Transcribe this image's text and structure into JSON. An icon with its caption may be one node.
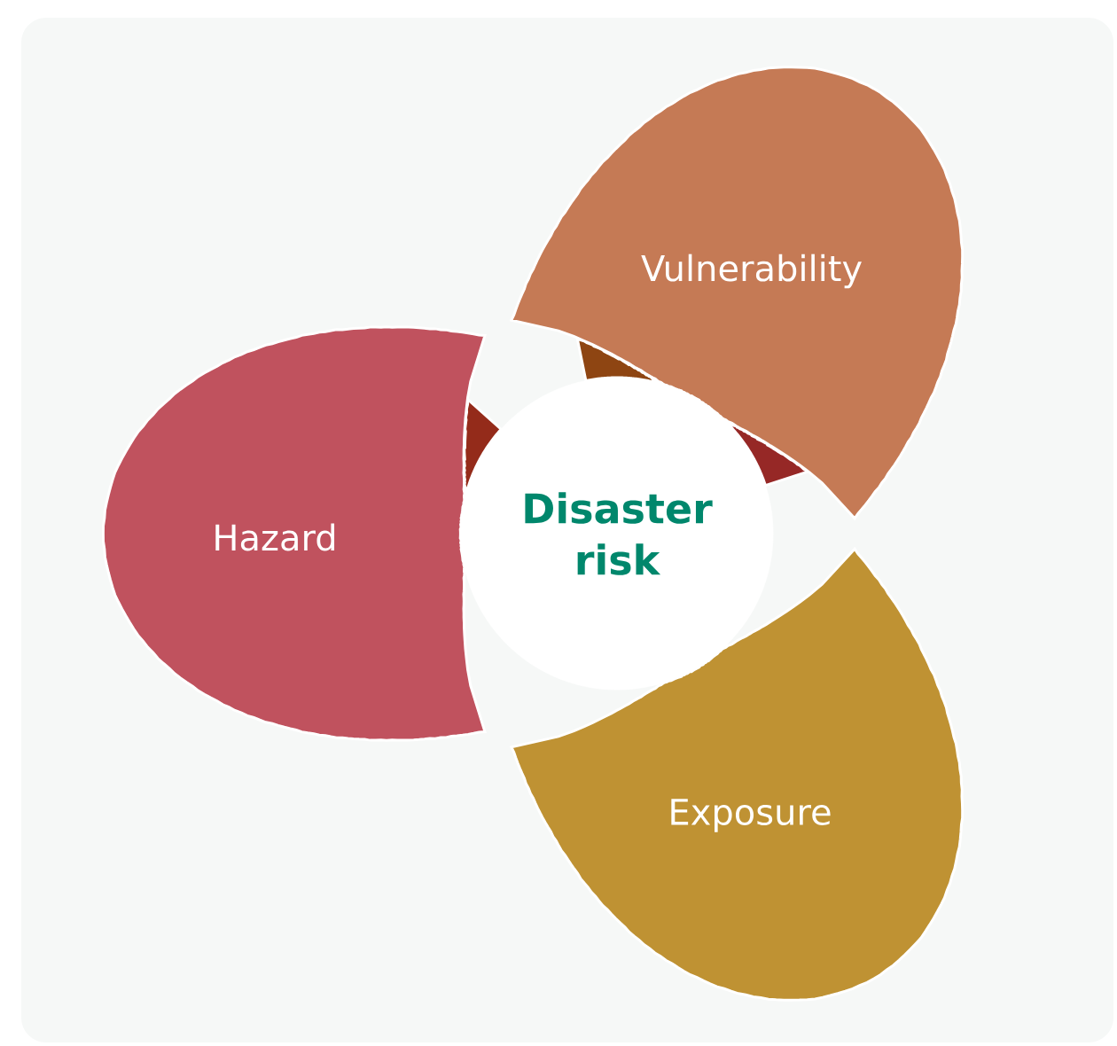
{
  "diagram": {
    "nodes": [
      {
        "text": [
          "Hazard"
        ]
      },
      {
        "text": [
          "Vulnerability"
        ]
      },
      {
        "text": [
          "Exposure"
        ]
      },
      {
        "text": [
          "Disaster risk"
        ]
      }
    ]
  }
}
